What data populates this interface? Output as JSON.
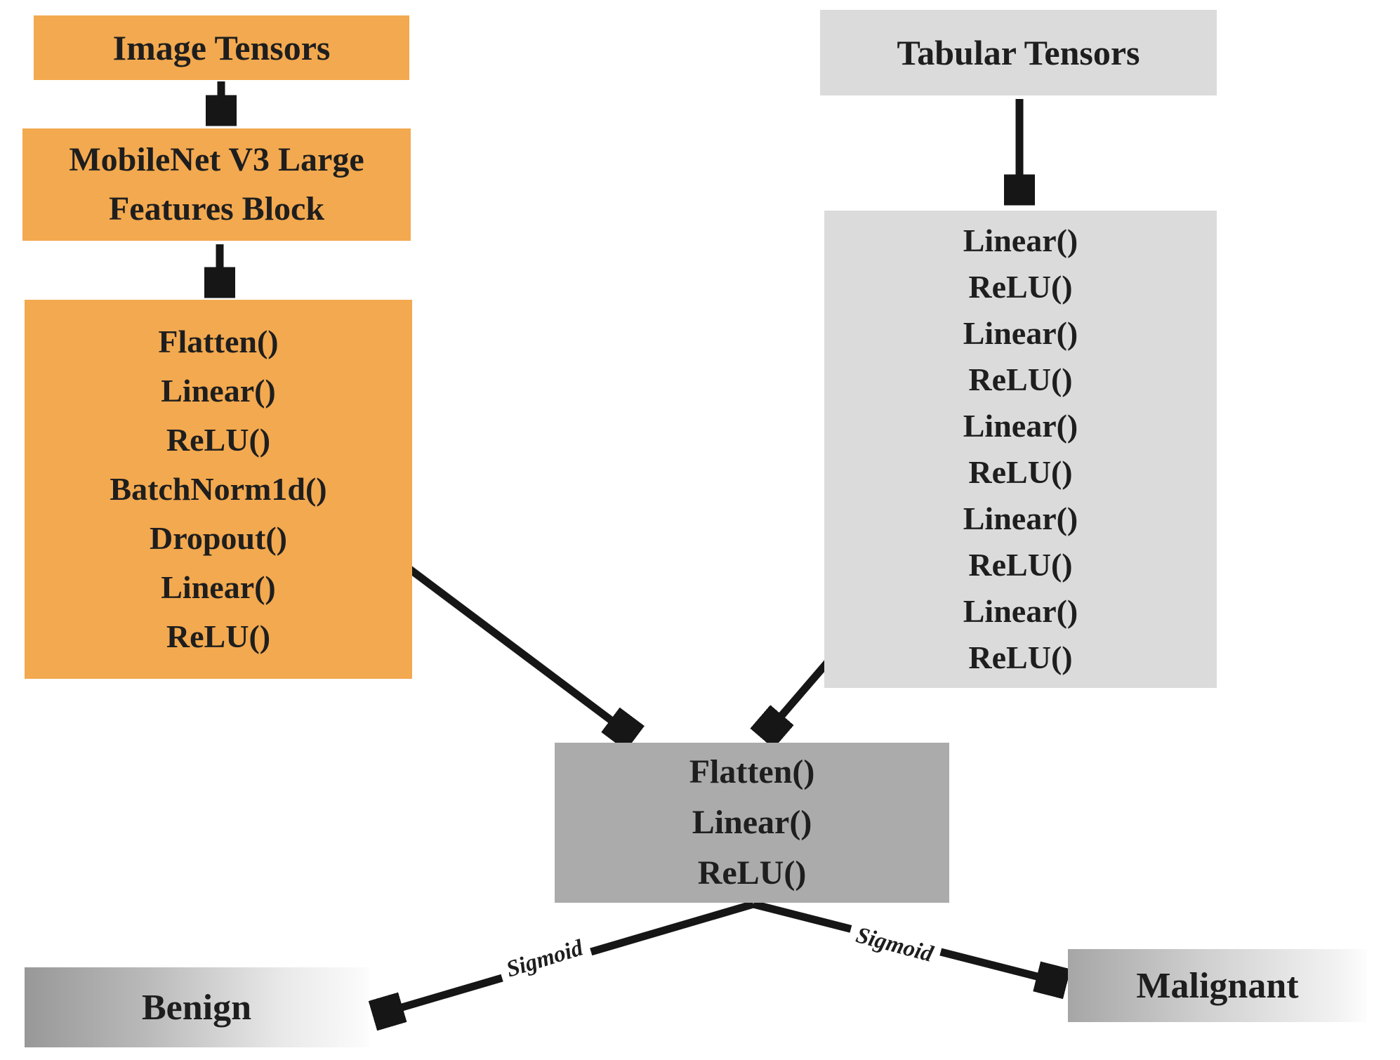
{
  "diagram": {
    "title_implicit": "Multimodal breast-lesion classifier architecture",
    "image_branch": {
      "input_label": "Image Tensors",
      "backbone_line1": "MobileNet V3 Large",
      "backbone_line2": "Features Block",
      "head_layers": [
        "Flatten()",
        "Linear()",
        "ReLU()",
        "BatchNorm1d()",
        "Dropout()",
        "Linear()",
        "ReLU()"
      ]
    },
    "tabular_branch": {
      "input_label": "Tabular Tensors",
      "mlp_layers": [
        "Linear()",
        "ReLU()",
        "Linear()",
        "ReLU()",
        "Linear()",
        "ReLU()",
        "Linear()",
        "ReLU()",
        "Linear()",
        "ReLU()"
      ]
    },
    "fusion": {
      "layers": [
        "Flatten()",
        "Linear()",
        "ReLU()"
      ]
    },
    "activation_labels": {
      "left": "Sigmoid",
      "right": "Sigmoid"
    },
    "outputs": {
      "left": "Benign",
      "right": "Malignant"
    },
    "colors": {
      "image_branch_fill": "#f3a94f",
      "tabular_branch_fill": "#dbdbdb",
      "fusion_fill": "#ababab",
      "output_gradient_dark": "#989898",
      "output_gradient_light": "#fcfcfc",
      "arrow": "#161616",
      "text": "#1e1e1e",
      "background": "#ffffff"
    }
  }
}
